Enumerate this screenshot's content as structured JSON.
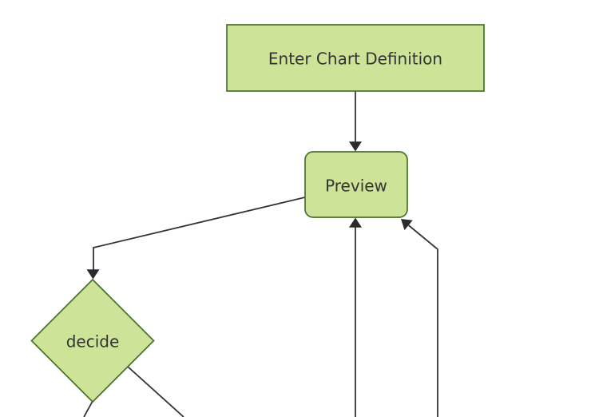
{
  "diagram": {
    "type": "flowchart",
    "direction": "top-down",
    "colors": {
      "node_fill": "#cde498",
      "node_border": "#48702c",
      "edge": "#333333",
      "text": "#333333",
      "background": "#ffffff"
    },
    "nodes": [
      {
        "id": "enter-chart-definition",
        "label": "Enter Chart Definition",
        "shape": "rectangle"
      },
      {
        "id": "preview",
        "label": "Preview",
        "shape": "rounded-rectangle"
      },
      {
        "id": "decide",
        "label": "decide",
        "shape": "diamond"
      }
    ],
    "edges": [
      {
        "from": "enter-chart-definition",
        "to": "preview",
        "arrowhead": true,
        "path": "straight vertical arrow into top of Preview"
      },
      {
        "from": "preview",
        "to": "decide",
        "arrowhead": true,
        "path": "from left side of Preview diagonally down-left, then vertical arrow into top vertex of decide"
      },
      {
        "from": "offscreen-bottom",
        "to": "preview",
        "arrowhead": true,
        "path": "vertical line from bottom edge up into bottom of Preview"
      },
      {
        "from": "offscreen-bottom",
        "to": "preview",
        "arrowhead": true,
        "path": "vertical line from bottom edge, angling up-left into bottom-right corner of Preview"
      },
      {
        "from": "decide",
        "to": "offscreen-bottom",
        "arrowhead": false,
        "path": "short line from bottom vertex of decide running off the bottom edge"
      },
      {
        "from": "decide",
        "to": "offscreen-bottom",
        "arrowhead": false,
        "path": "line from lower-right edge of decide running down-right off the bottom edge"
      }
    ]
  }
}
